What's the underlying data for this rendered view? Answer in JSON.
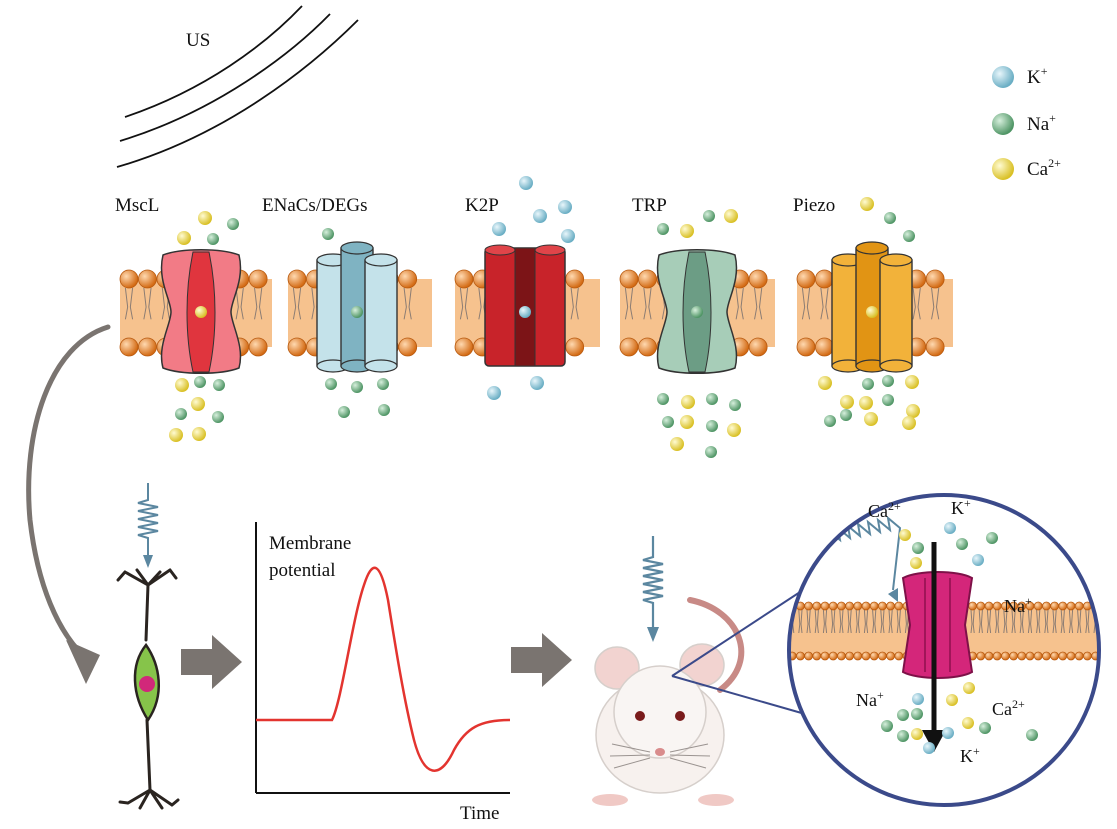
{
  "us_label": "US",
  "channels": [
    {
      "name": "MscL",
      "color": "#e0353e",
      "light": "#f27b86",
      "ion": "Ca2+"
    },
    {
      "name": "ENaCs/DEGs",
      "color": "#7fb3c2",
      "light": "#c4e2ea",
      "ion": "Na+"
    },
    {
      "name": "K2P",
      "color": "#c8232a",
      "light": "#e04449",
      "ion": "K+"
    },
    {
      "name": "TRP",
      "color": "#6c9d85",
      "light": "#a7cdb8",
      "ion": "Na+"
    },
    {
      "name": "Piezo",
      "color": "#e19414",
      "light": "#f2b23a",
      "ion": "Ca2+"
    }
  ],
  "legend": [
    {
      "base": "K",
      "sup": "+",
      "color": "#8ec5d6",
      "ion": "K+"
    },
    {
      "base": "Na",
      "sup": "+",
      "color": "#6fae80",
      "ion": "Na+"
    },
    {
      "base": "Ca",
      "sup": "2+",
      "color": "#f0dc4a",
      "ion": "Ca2+"
    }
  ],
  "graph": {
    "ylabel_line1": "Membrane",
    "ylabel_line2": "potential",
    "xlabel": "Time"
  },
  "inset_labels": [
    {
      "base": "Ca",
      "sup": "2+",
      "pos": "top-left"
    },
    {
      "base": "K",
      "sup": "+",
      "pos": "top-center"
    },
    {
      "base": "Na",
      "sup": "+",
      "pos": "right-upper"
    },
    {
      "base": "Na",
      "sup": "+",
      "pos": "left-lower"
    },
    {
      "base": "Ca",
      "sup": "2+",
      "pos": "right-lower"
    },
    {
      "base": "K",
      "sup": "+",
      "pos": "bottom-center"
    }
  ],
  "colors": {
    "membrane": "#f6c28e",
    "head": "#e5802a",
    "ion_K": "#8ec5d6",
    "ion_Na": "#6fae80",
    "ion_Ca": "#f0dc4a",
    "arrow_gray": "#7a7470",
    "inset_ring": "#3b4a8a",
    "trace": "#e3342f",
    "wave": "#5b87a0"
  }
}
